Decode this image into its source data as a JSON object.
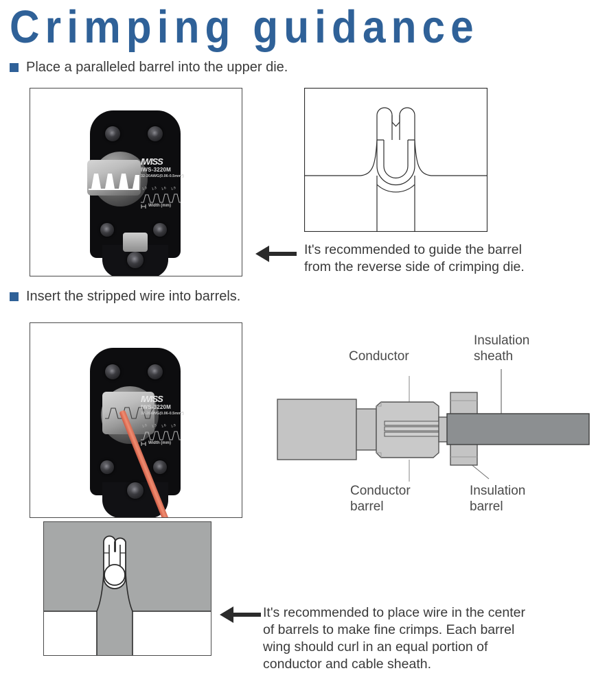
{
  "page": {
    "title": "Crimping guidance",
    "title_color": "#2f6198",
    "bullet_color": "#2f6198",
    "text_color": "#3a3a3a"
  },
  "steps": [
    {
      "bullet": "square",
      "text": "Place a paralleled barrel into the upper die."
    },
    {
      "bullet": "square",
      "text": "Insert the stripped wire into barrels."
    }
  ],
  "notes": [
    {
      "arrow": "left-arrow",
      "lines": [
        "It's recommended to guide the barrel",
        "from the reverse side of crimping die."
      ]
    },
    {
      "arrow": "left-arrow",
      "lines": [
        "It's recommended to place wire in the center",
        "of barrels to make fine crimps. Each barrel",
        "wing should curl in an equal portion of",
        "conductor and cable sheath."
      ]
    }
  ],
  "tool": {
    "brand": "IWISS",
    "model": "IWS-3220M",
    "spec": "32-20AWG(0.06-0.5mm²)",
    "scale_label": "Width (mm)",
    "scale_values": [
      "1.0",
      "1.3",
      "1.6",
      "1.9"
    ],
    "wire_color": "#e4775c"
  },
  "terminal_diagram": {
    "labels": {
      "conductor": "Conductor",
      "insulation_sheath": "Insulation\nsheath",
      "conductor_barrel": "Conductor\nbarrel",
      "insulation_barrel": "Insulation\nbarrel"
    },
    "colors": {
      "body_light": "#c4c4c4",
      "sheath_grey": "#8c8f91",
      "outline": "#545454"
    }
  },
  "die_diagram": {
    "colors": {
      "die_grey": "#a6a8a8",
      "barrel_white": "#ffffff",
      "outline": "#2b2b2b"
    }
  }
}
